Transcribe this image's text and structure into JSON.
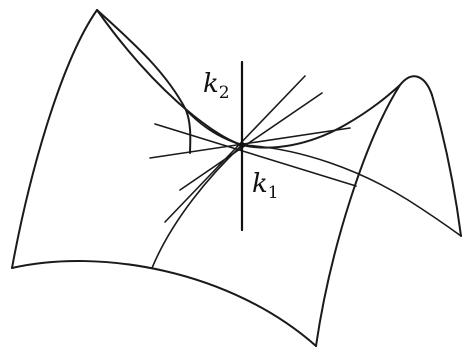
{
  "diagram": {
    "labels": {
      "k2": {
        "main": "k",
        "sub": "2"
      },
      "k1": {
        "main": "k",
        "sub": "1"
      }
    },
    "colors": {
      "ink": "#1a1a1a",
      "background": "#ffffff"
    }
  }
}
